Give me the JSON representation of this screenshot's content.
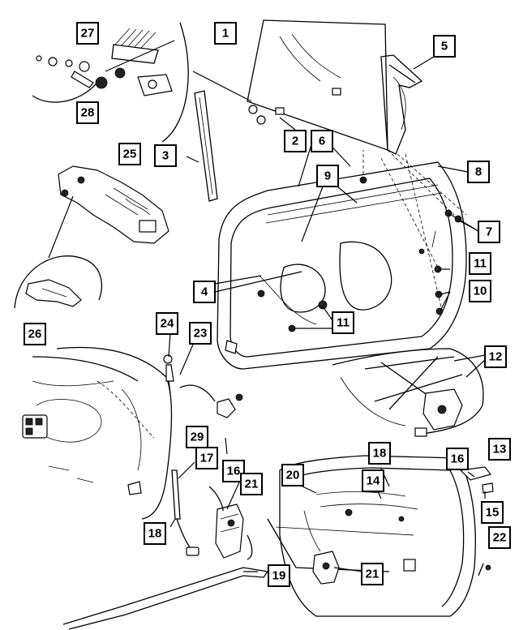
{
  "callouts": [
    {
      "id": "c1",
      "label": "1"
    },
    {
      "id": "c2",
      "label": "2"
    },
    {
      "id": "c3",
      "label": "3"
    },
    {
      "id": "c4",
      "label": "4"
    },
    {
      "id": "c5",
      "label": "5"
    },
    {
      "id": "c6",
      "label": "6"
    },
    {
      "id": "c7",
      "label": "7"
    },
    {
      "id": "c8",
      "label": "8"
    },
    {
      "id": "c9",
      "label": "9"
    },
    {
      "id": "c10",
      "label": "10"
    },
    {
      "id": "c11a",
      "label": "11"
    },
    {
      "id": "c11b",
      "label": "11"
    },
    {
      "id": "c12",
      "label": "12"
    },
    {
      "id": "c13",
      "label": "13"
    },
    {
      "id": "c14",
      "label": "14"
    },
    {
      "id": "c15",
      "label": "15"
    },
    {
      "id": "c16a",
      "label": "16"
    },
    {
      "id": "c16b",
      "label": "16"
    },
    {
      "id": "c17",
      "label": "17"
    },
    {
      "id": "c18a",
      "label": "18"
    },
    {
      "id": "c18b",
      "label": "18"
    },
    {
      "id": "c19",
      "label": "19"
    },
    {
      "id": "c20",
      "label": "20"
    },
    {
      "id": "c21a",
      "label": "21"
    },
    {
      "id": "c21b",
      "label": "21"
    },
    {
      "id": "c22",
      "label": "22"
    },
    {
      "id": "c23",
      "label": "23"
    },
    {
      "id": "c24",
      "label": "24"
    },
    {
      "id": "c25",
      "label": "25"
    },
    {
      "id": "c26",
      "label": "26"
    },
    {
      "id": "c27",
      "label": "27"
    },
    {
      "id": "c28",
      "label": "28"
    },
    {
      "id": "c29",
      "label": "29"
    }
  ]
}
